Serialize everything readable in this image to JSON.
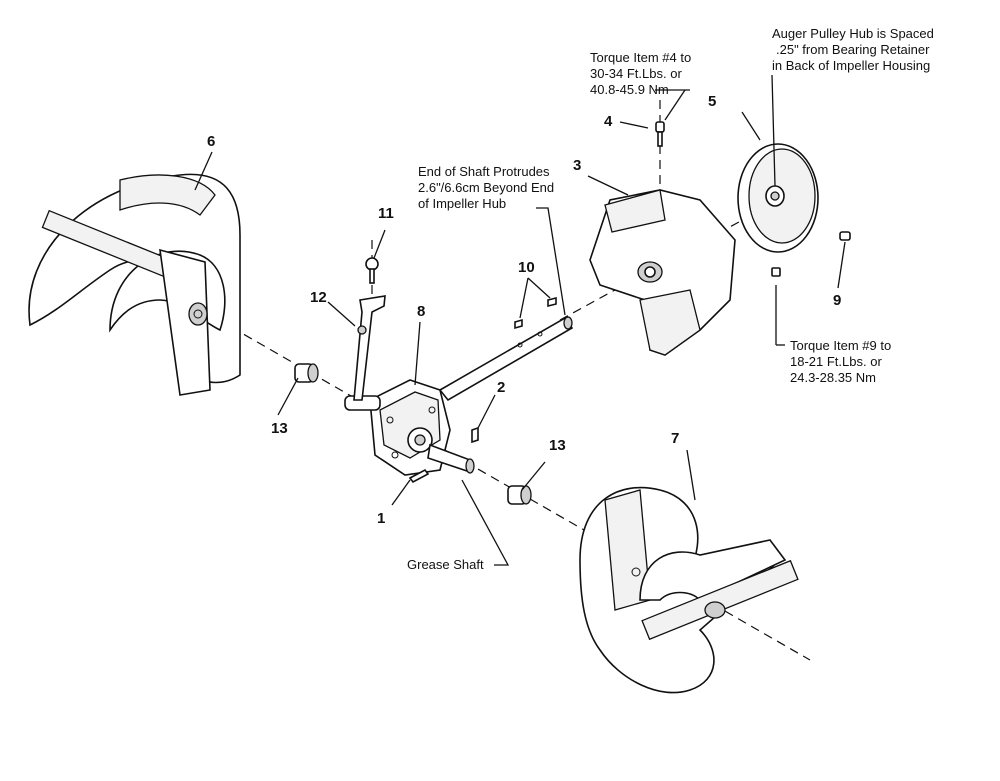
{
  "callouts": {
    "p1": "1",
    "p2": "2",
    "p3": "3",
    "p4": "4",
    "p5": "5",
    "p6": "6",
    "p7": "7",
    "p8": "8",
    "p9": "9",
    "p10": "10",
    "p11": "11",
    "p12": "12",
    "p13a": "13",
    "p13b": "13"
  },
  "notes": {
    "auger_pulley": [
      "Auger Pulley Hub is Spaced",
      ".25\" from Bearing Retainer",
      "in Back of Impeller Housing"
    ],
    "torque_4": [
      "Torque Item #4 to",
      "30-34 Ft.Lbs. or",
      "40.8-45.9 Nm"
    ],
    "shaft_protrudes": [
      "End of Shaft Protrudes",
      "2.6\"/6.6cm Beyond End",
      "of Impeller Hub"
    ],
    "torque_9": [
      "Torque Item #9 to",
      "18-21 Ft.Lbs. or",
      "24.3-28.35 Nm"
    ],
    "grease_shaft": "Grease Shaft"
  }
}
